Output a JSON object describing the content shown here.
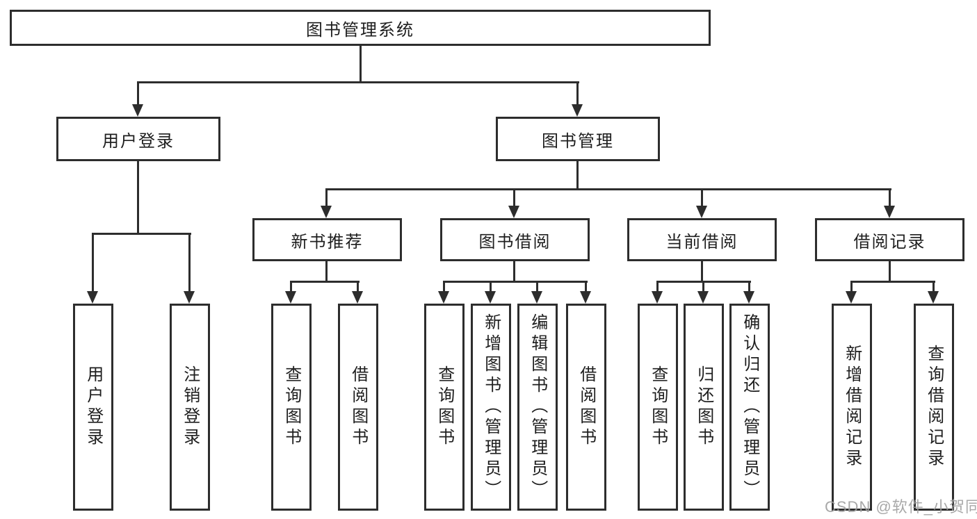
{
  "tree": {
    "root": {
      "label": "图书管理系统"
    },
    "children": [
      {
        "label": "用户登录",
        "children": [
          {
            "label": "用户登录"
          },
          {
            "label": "注销登录"
          }
        ]
      },
      {
        "label": "图书管理",
        "children": [
          {
            "label": "新书推荐",
            "children": [
              {
                "label": "查询图书"
              },
              {
                "label": "借阅图书"
              }
            ]
          },
          {
            "label": "图书借阅",
            "children": [
              {
                "label": "查询图书"
              },
              {
                "label": "新增图书（管理员）"
              },
              {
                "label": "编辑图书（管理员）"
              },
              {
                "label": "借阅图书"
              }
            ]
          },
          {
            "label": "当前借阅",
            "children": [
              {
                "label": "查询图书"
              },
              {
                "label": "归还图书"
              },
              {
                "label": "确认归还（管理员）"
              }
            ]
          },
          {
            "label": "借阅记录",
            "children": [
              {
                "label": "新增借阅记录"
              },
              {
                "label": "查询借阅记录"
              }
            ]
          }
        ]
      }
    ]
  },
  "watermark": {
    "text": "CSDN @软件_小贺同学"
  },
  "colors": {
    "stroke": "#2d2d2d",
    "text": "#1e1e1e",
    "watermark": "#9e9e9e",
    "background": "#ffffff"
  }
}
